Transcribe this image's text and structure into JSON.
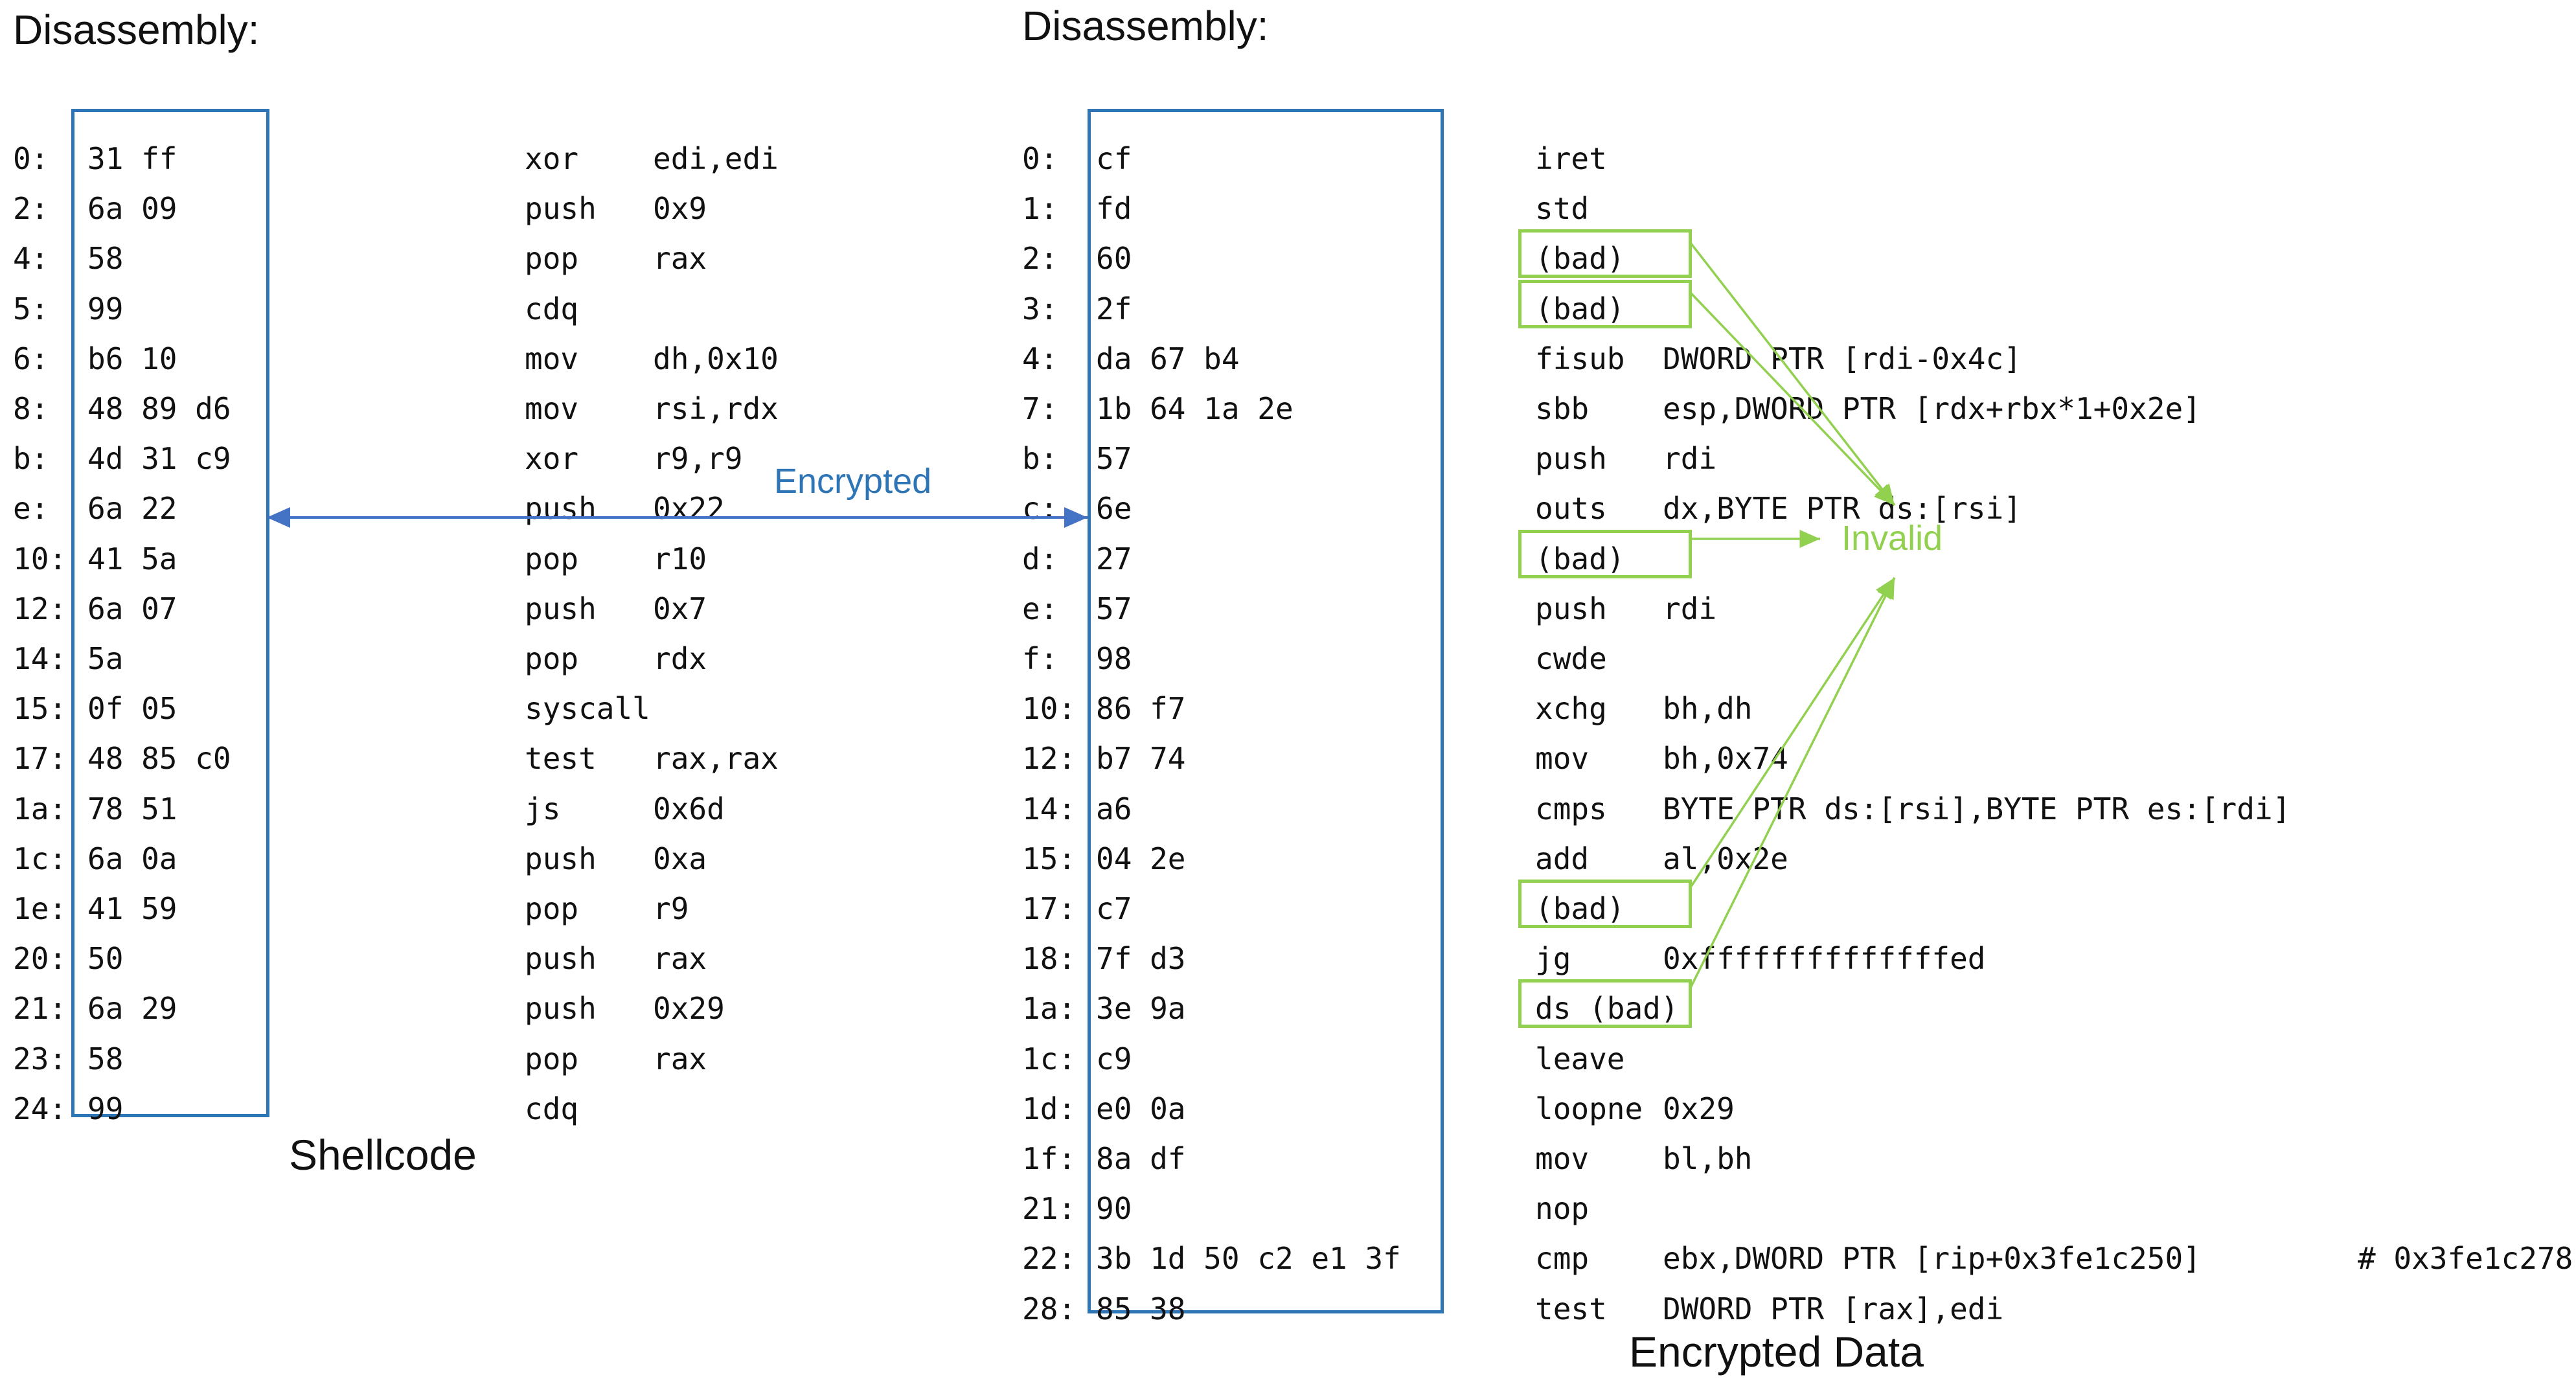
{
  "headings": {
    "left": "Disassembly:",
    "right": "Disassembly:"
  },
  "captions": {
    "shellcode": "Shellcode",
    "encrypted_data": "Encrypted Data"
  },
  "annotations": {
    "encrypted": "Encrypted",
    "invalid": "Invalid"
  },
  "colors": {
    "box_border": "#2e75b6",
    "encrypted_arrow": "#4472c4",
    "encrypted_label": "#2e75b6",
    "invalid": "#92d050"
  },
  "shellcode": [
    {
      "addr": "0:",
      "bytes": "31 ff",
      "mnemonic": "xor",
      "operands": "edi,edi"
    },
    {
      "addr": "2:",
      "bytes": "6a 09",
      "mnemonic": "push",
      "operands": "0x9"
    },
    {
      "addr": "4:",
      "bytes": "58",
      "mnemonic": "pop",
      "operands": "rax"
    },
    {
      "addr": "5:",
      "bytes": "99",
      "mnemonic": "cdq",
      "operands": ""
    },
    {
      "addr": "6:",
      "bytes": "b6 10",
      "mnemonic": "mov",
      "operands": "dh,0x10"
    },
    {
      "addr": "8:",
      "bytes": "48 89 d6",
      "mnemonic": "mov",
      "operands": "rsi,rdx"
    },
    {
      "addr": "b:",
      "bytes": "4d 31 c9",
      "mnemonic": "xor",
      "operands": "r9,r9"
    },
    {
      "addr": "e:",
      "bytes": "6a 22",
      "mnemonic": "push",
      "operands": "0x22"
    },
    {
      "addr": "10:",
      "bytes": "41 5a",
      "mnemonic": "pop",
      "operands": "r10"
    },
    {
      "addr": "12:",
      "bytes": "6a 07",
      "mnemonic": "push",
      "operands": "0x7"
    },
    {
      "addr": "14:",
      "bytes": "5a",
      "mnemonic": "pop",
      "operands": "rdx"
    },
    {
      "addr": "15:",
      "bytes": "0f 05",
      "mnemonic": "syscall",
      "operands": ""
    },
    {
      "addr": "17:",
      "bytes": "48 85 c0",
      "mnemonic": "test",
      "operands": "rax,rax"
    },
    {
      "addr": "1a:",
      "bytes": "78 51",
      "mnemonic": "js",
      "operands": "0x6d"
    },
    {
      "addr": "1c:",
      "bytes": "6a 0a",
      "mnemonic": "push",
      "operands": "0xa"
    },
    {
      "addr": "1e:",
      "bytes": "41 59",
      "mnemonic": "pop",
      "operands": "r9"
    },
    {
      "addr": "20:",
      "bytes": "50",
      "mnemonic": "push",
      "operands": "rax"
    },
    {
      "addr": "21:",
      "bytes": "6a 29",
      "mnemonic": "push",
      "operands": "0x29"
    },
    {
      "addr": "23:",
      "bytes": "58",
      "mnemonic": "pop",
      "operands": "rax"
    },
    {
      "addr": "24:",
      "bytes": "99",
      "mnemonic": "cdq",
      "operands": ""
    }
  ],
  "encrypted": [
    {
      "addr": "0:",
      "bytes": "cf",
      "mnemonic": "iret",
      "operands": "",
      "comment": "",
      "invalid": false
    },
    {
      "addr": "1:",
      "bytes": "fd",
      "mnemonic": "std",
      "operands": "",
      "comment": "",
      "invalid": false
    },
    {
      "addr": "2:",
      "bytes": "60",
      "mnemonic": "(bad)",
      "operands": "",
      "comment": "",
      "invalid": true
    },
    {
      "addr": "3:",
      "bytes": "2f",
      "mnemonic": "(bad)",
      "operands": "",
      "comment": "",
      "invalid": true
    },
    {
      "addr": "4:",
      "bytes": "da 67 b4",
      "mnemonic": "fisub",
      "operands": "DWORD PTR [rdi-0x4c]",
      "comment": "",
      "invalid": false
    },
    {
      "addr": "7:",
      "bytes": "1b 64 1a 2e",
      "mnemonic": "sbb",
      "operands": "esp,DWORD PTR [rdx+rbx*1+0x2e]",
      "comment": "",
      "invalid": false
    },
    {
      "addr": "b:",
      "bytes": "57",
      "mnemonic": "push",
      "operands": "rdi",
      "comment": "",
      "invalid": false
    },
    {
      "addr": "c:",
      "bytes": "6e",
      "mnemonic": "outs",
      "operands": "dx,BYTE PTR ds:[rsi]",
      "comment": "",
      "invalid": false
    },
    {
      "addr": "d:",
      "bytes": "27",
      "mnemonic": "(bad)",
      "operands": "",
      "comment": "",
      "invalid": true
    },
    {
      "addr": "e:",
      "bytes": "57",
      "mnemonic": "push",
      "operands": "rdi",
      "comment": "",
      "invalid": false
    },
    {
      "addr": "f:",
      "bytes": "98",
      "mnemonic": "cwde",
      "operands": "",
      "comment": "",
      "invalid": false
    },
    {
      "addr": "10:",
      "bytes": "86 f7",
      "mnemonic": "xchg",
      "operands": "bh,dh",
      "comment": "",
      "invalid": false
    },
    {
      "addr": "12:",
      "bytes": "b7 74",
      "mnemonic": "mov",
      "operands": "bh,0x74",
      "comment": "",
      "invalid": false
    },
    {
      "addr": "14:",
      "bytes": "a6",
      "mnemonic": "cmps",
      "operands": "BYTE PTR ds:[rsi],BYTE PTR es:[rdi]",
      "comment": "",
      "invalid": false
    },
    {
      "addr": "15:",
      "bytes": "04 2e",
      "mnemonic": "add",
      "operands": "al,0x2e",
      "comment": "",
      "invalid": false
    },
    {
      "addr": "17:",
      "bytes": "c7",
      "mnemonic": "(bad)",
      "operands": "",
      "comment": "",
      "invalid": true
    },
    {
      "addr": "18:",
      "bytes": "7f d3",
      "mnemonic": "jg",
      "operands": "0xffffffffffffffed",
      "comment": "",
      "invalid": false
    },
    {
      "addr": "1a:",
      "bytes": "3e 9a",
      "mnemonic": "ds (bad)",
      "operands": "",
      "comment": "",
      "invalid": true
    },
    {
      "addr": "1c:",
      "bytes": "c9",
      "mnemonic": "leave",
      "operands": "",
      "comment": "",
      "invalid": false
    },
    {
      "addr": "1d:",
      "bytes": "e0 0a",
      "mnemonic": "loopne",
      "operands": "0x29",
      "comment": "",
      "invalid": false
    },
    {
      "addr": "1f:",
      "bytes": "8a df",
      "mnemonic": "mov",
      "operands": "bl,bh",
      "comment": "",
      "invalid": false
    },
    {
      "addr": "21:",
      "bytes": "90",
      "mnemonic": "nop",
      "operands": "",
      "comment": "",
      "invalid": false
    },
    {
      "addr": "22:",
      "bytes": "3b 1d 50 c2 e1 3f",
      "mnemonic": "cmp",
      "operands": "ebx,DWORD PTR [rip+0x3fe1c250]",
      "comment": "# 0x3fe1c278",
      "invalid": false
    },
    {
      "addr": "28:",
      "bytes": "85 38",
      "mnemonic": "test",
      "operands": "DWORD PTR [rax],edi",
      "comment": "",
      "invalid": false
    }
  ]
}
